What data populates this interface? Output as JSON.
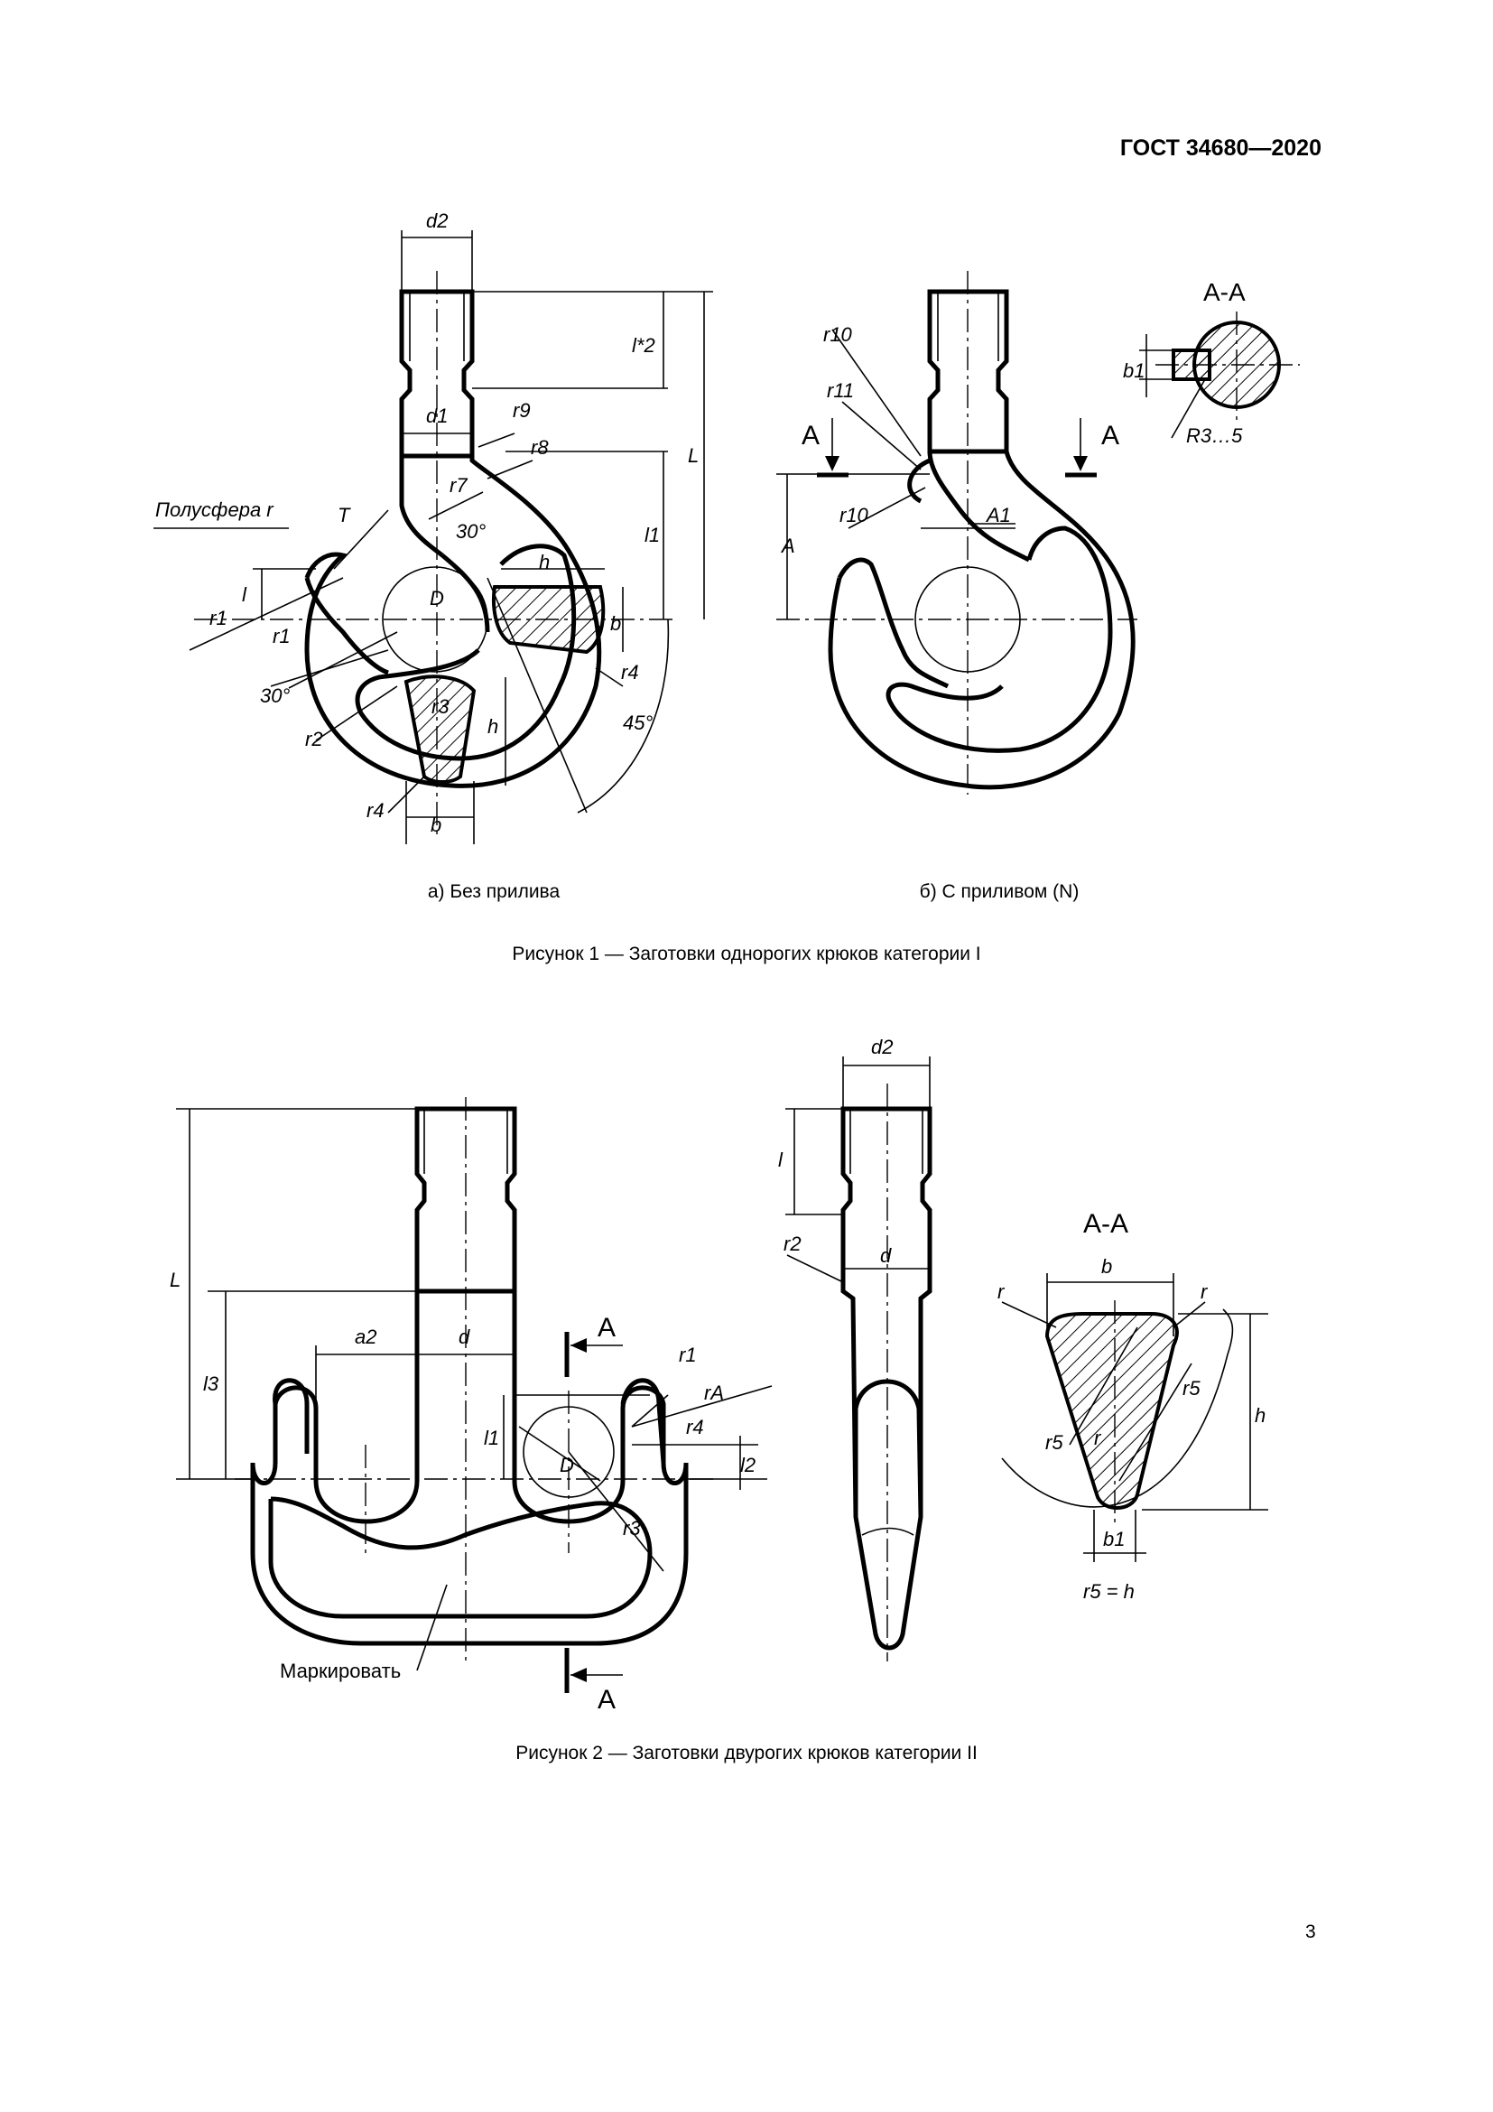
{
  "header": {
    "doc_code": "ГОСТ 34680—2020"
  },
  "figure1": {
    "caption": "Рисунок 1 — Заготовки однорогих крюков категории I",
    "subfig_a": "а) Без прилива",
    "subfig_b": "б) С приливом (N)",
    "labels": {
      "d2": "d2",
      "d1": "d1",
      "l2star": "l*2",
      "r9": "r9",
      "r8": "r8",
      "L": "L",
      "r7": "r7",
      "semisphere": "Полусфера r",
      "T": "T",
      "angle30": "30°",
      "h": "h",
      "l1": "l1",
      "l": "l",
      "D": "D",
      "b": "b",
      "r1": "r1",
      "r4": "r4",
      "r3": "r3",
      "r2": "r2",
      "angle45": "45°",
      "r10": "r10",
      "r11": "r11",
      "A": "A",
      "A1": "A1",
      "section_AA": "А-А",
      "b1": "b1",
      "R3_5": "R3…5"
    }
  },
  "figure2": {
    "caption": "Рисунок 2 — Заготовки двурогих крюков категории II",
    "labels": {
      "L": "L",
      "l3": "l3",
      "a2": "a2",
      "d": "d",
      "A": "А",
      "r1": "r1",
      "rA": "rA",
      "r4": "r4",
      "l1": "l1",
      "l2": "l2",
      "D": "D",
      "r3": "r3",
      "mark": "Маркировать",
      "d2": "d2",
      "l": "l",
      "r2": "r2",
      "section_AA": "А-А",
      "b": "b",
      "r": "r",
      "r5": "r5",
      "h": "h",
      "b1": "b1",
      "r5_eq_h": "r5 = h"
    }
  },
  "page_number": "3"
}
